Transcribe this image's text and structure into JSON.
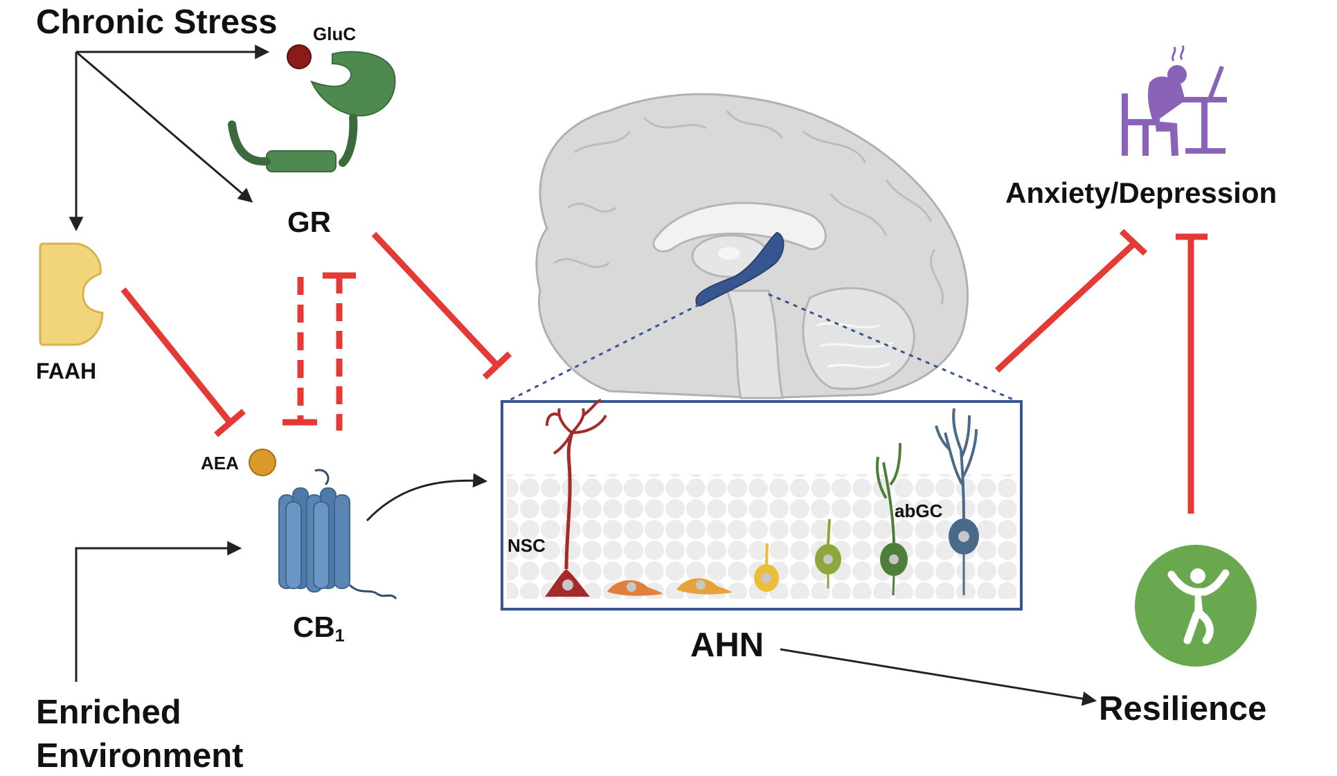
{
  "labels": {
    "chronic_stress": "Chronic Stress",
    "gluc": "GluC",
    "gr": "GR",
    "faah": "FAAH",
    "aea": "AEA",
    "cb1_main": "CB",
    "cb1_sub": "1",
    "nsc": "NSC",
    "abgc": "abGC",
    "ahn": "AHN",
    "anxiety_depression": "Anxiety/Depression",
    "resilience": "Resilience",
    "enriched_line1": "Enriched",
    "enriched_line2": "Environment"
  },
  "colors": {
    "inhibition": "#e53935",
    "arrow": "#222222",
    "gr_receptor": "#4e8a50",
    "gluc": "#8b1a1a",
    "faah": "#f2d57a",
    "aea": "#d99a2b",
    "cb1": "#5b86b4",
    "hippocampus": "#37558f",
    "brain": "#d9d9d9",
    "anxiety_figure": "#8a63b8",
    "resilience_circle": "#6aa84f",
    "box_border": "#37558f"
  },
  "icons": {
    "gr": "receptor-icon",
    "gluc": "ligand-sphere-icon",
    "faah": "enzyme-icon",
    "aea": "ligand-sphere-icon",
    "cb1": "gpcr-receptor-icon",
    "brain": "brain-sagittal-icon",
    "anxiety": "depressed-person-at-desk-icon",
    "resilience": "jumping-person-icon"
  }
}
